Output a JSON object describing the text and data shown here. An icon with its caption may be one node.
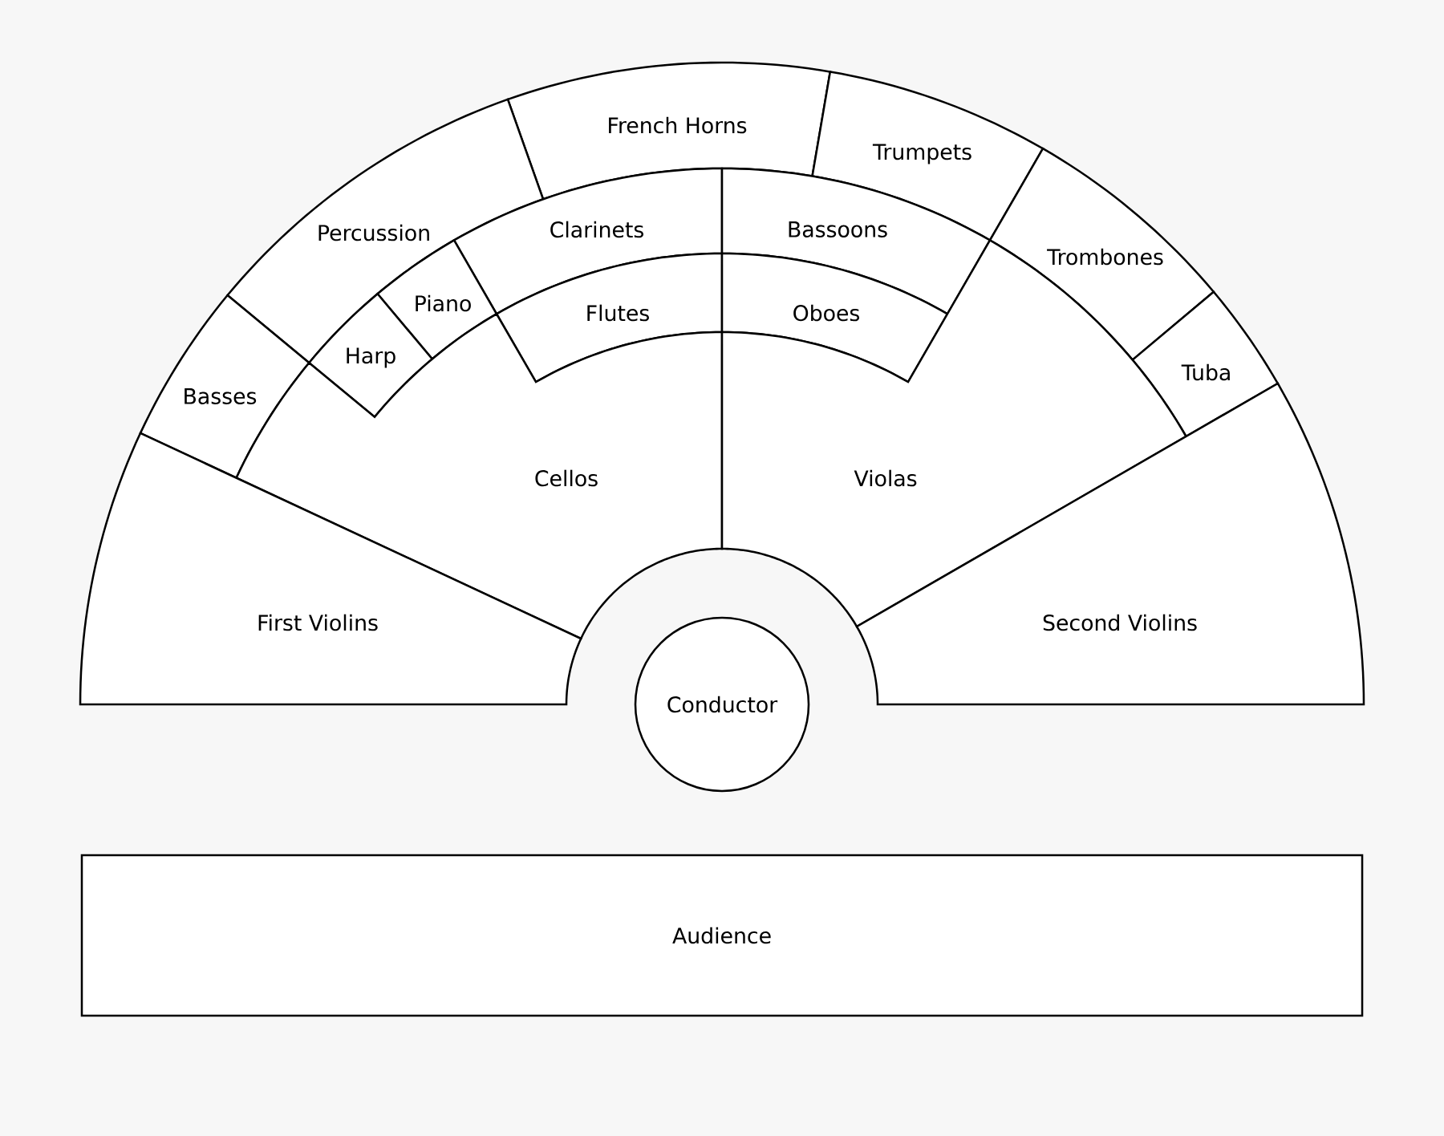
{
  "diagram": {
    "nodes": [
      {
        "text": [
          "French Horns"
        ]
      },
      {
        "text": [
          "Trumpets"
        ]
      },
      {
        "text": [
          "Percussion"
        ]
      },
      {
        "text": [
          "Clarinets"
        ]
      },
      {
        "text": [
          "Bassoons"
        ]
      },
      {
        "text": [
          "Trombones"
        ]
      },
      {
        "text": [
          "Piano"
        ]
      },
      {
        "text": [
          "Flutes"
        ]
      },
      {
        "text": [
          "Oboes"
        ]
      },
      {
        "text": [
          "Harp"
        ]
      },
      {
        "text": [
          "Tuba"
        ]
      },
      {
        "text": [
          "Basses"
        ]
      },
      {
        "text": [
          "Cellos"
        ]
      },
      {
        "text": [
          "Violas"
        ]
      },
      {
        "text": [
          "First Violins"
        ]
      },
      {
        "text": [
          "Second Violins"
        ]
      },
      {
        "text": [
          "Conductor"
        ]
      },
      {
        "text": [
          "Audience"
        ]
      }
    ]
  }
}
